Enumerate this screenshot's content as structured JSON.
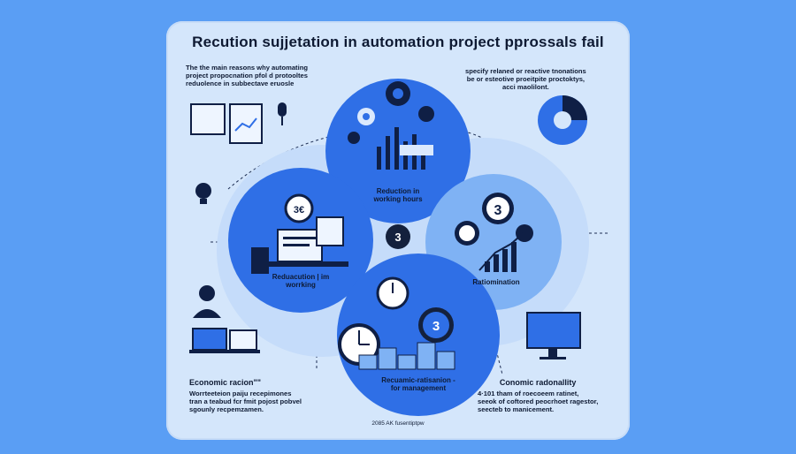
{
  "title": "Recution sujjetation in automation project pprossals fail",
  "intro_left": [
    "The the main reasons why automating",
    "project propocnation pfol d protooltes",
    "reduolence in subbectave eruosle"
  ],
  "intro_right": [
    "specify relaned or reactive tnonations",
    "be or esteotive proeitpite proctoktys,",
    "acci maolilont."
  ],
  "circle_top_label": [
    "Reduction in",
    "working hours"
  ],
  "circle_left_label": [
    "Reduacution | im",
    "worrking"
  ],
  "circle_right_label": "Ratiomination",
  "circle_bottom_label": [
    "Recuamic-ratisanion -",
    "for management"
  ],
  "badge_center": "3",
  "badge_bottom": "3",
  "badge_right": "3",
  "badge_left": "3€",
  "section_left": {
    "heading": "Economic racion\"\"",
    "lines": [
      "Worrteeteion paiju recepimones",
      "tran a teabud fcr fmit pojost pobvel",
      "sgounly recpemzamen."
    ]
  },
  "section_right": {
    "heading": "Conomic radonallity",
    "lines": [
      "4·101 tham of roecoeem ratinet,",
      "seeok of coftored peocrhoet ragestor,",
      "seecteb to manicement."
    ]
  },
  "footer": "2085 AK fusentiptpw",
  "colors": {
    "page_bg": "#5a9ef4",
    "card_bg": "#d4e6fb",
    "circle_blue": "#2f6fe6",
    "circle_light": "#7fb2f4",
    "dark_navy": "#14213d"
  }
}
